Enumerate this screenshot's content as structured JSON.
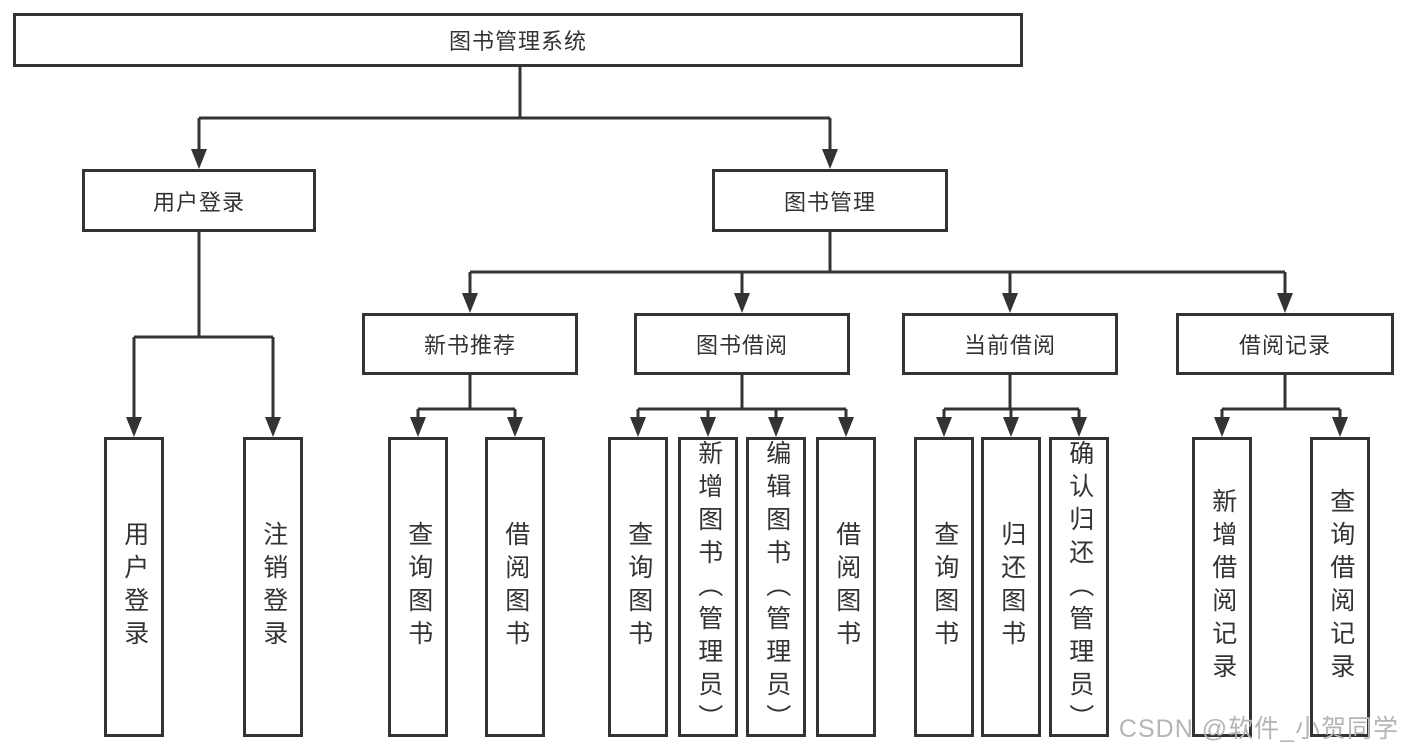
{
  "colors": {
    "line": "#333333",
    "text": "#333333",
    "background": "#ffffff",
    "watermark": "#b5b5b5"
  },
  "watermark": "CSDN @软件_小贺同学",
  "tree": {
    "root": {
      "label": "图书管理系统"
    },
    "branches": [
      {
        "label": "用户登录",
        "children": [
          {
            "label": "用户登录"
          },
          {
            "label": "注销登录"
          }
        ]
      },
      {
        "label": "图书管理",
        "children": [
          {
            "label": "新书推荐",
            "children": [
              {
                "label": "查询图书"
              },
              {
                "label": "借阅图书"
              }
            ]
          },
          {
            "label": "图书借阅",
            "children": [
              {
                "label": "查询图书"
              },
              {
                "label": "新增图书（管理员）"
              },
              {
                "label": "编辑图书（管理员）"
              },
              {
                "label": "借阅图书"
              }
            ]
          },
          {
            "label": "当前借阅",
            "children": [
              {
                "label": "查询图书"
              },
              {
                "label": "归还图书"
              },
              {
                "label": "确认归还（管理员）"
              }
            ]
          },
          {
            "label": "借阅记录",
            "children": [
              {
                "label": "新增借阅记录"
              },
              {
                "label": "查询借阅记录"
              }
            ]
          }
        ]
      }
    ]
  }
}
